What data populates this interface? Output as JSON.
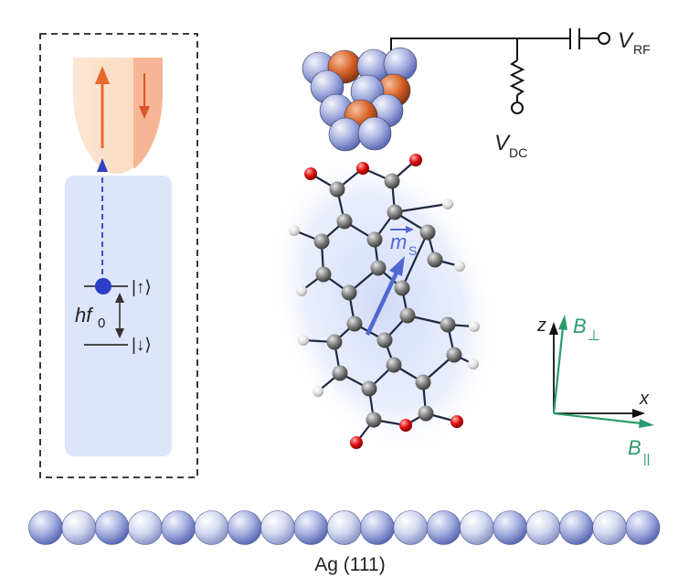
{
  "labels": {
    "v_rf": "V",
    "v_rf_sub": "RF",
    "v_dc": "V",
    "v_dc_sub": "DC",
    "spin_up": "|↑⟩",
    "spin_down": "|↓⟩",
    "hf": "hf",
    "hf_sub": "0",
    "moment": "m",
    "moment_sub": "S",
    "axis_z": "z",
    "axis_x": "x",
    "b_perp": "B",
    "b_perp_sub": "⊥",
    "b_par": "B",
    "b_par_sub": "||",
    "substrate": "Ag (111)"
  },
  "colors": {
    "tip_cone": "#fbe0c8",
    "tip_shade": "#f7b89a",
    "tip_arrow": "#e8692c",
    "level_box": "#dfe6fb",
    "electron": "#2e3fc7",
    "moment_arrow": "#5068d0",
    "field_green": "#2a9a6a",
    "oxygen": "#e01010",
    "carbon": "#6e6e6e",
    "hydrogen": "#e6e6e6",
    "tip_atom_blue": "#9aa6d8",
    "tip_atom_orange": "#d9652a",
    "ag_atom": "#8e9ad6"
  }
}
